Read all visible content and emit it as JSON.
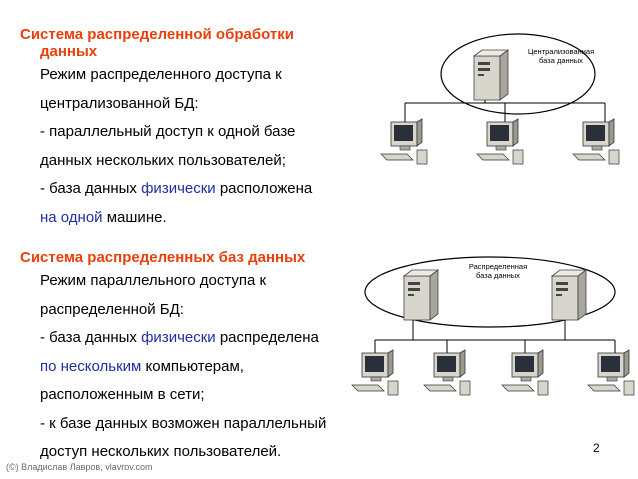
{
  "section1": {
    "heading_line1": "Система распределенной обработки",
    "heading_line2": "данных",
    "lines": [
      {
        "parts": [
          {
            "text": "Режим распределенного доступа к"
          }
        ]
      },
      {
        "parts": [
          {
            "text": "централизованной БД:"
          }
        ]
      },
      {
        "parts": [
          {
            "text": "- параллельный доступ к одной базе"
          }
        ]
      },
      {
        "parts": [
          {
            "text": "данных нескольких пользователей;"
          }
        ]
      },
      {
        "parts": [
          {
            "text": "- база данных "
          },
          {
            "text": "физически",
            "hl": true
          },
          {
            "text": " расположена"
          }
        ]
      },
      {
        "parts": [
          {
            "text": "на одной",
            "hl": true
          },
          {
            "text": " машине."
          }
        ]
      }
    ],
    "diagram": {
      "db_label_line1": "Централизованная",
      "db_label_line2": "база данных"
    }
  },
  "section2": {
    "heading": "Система распределенных баз данных",
    "lines": [
      {
        "parts": [
          {
            "text": "Режим параллельного доступа к"
          }
        ]
      },
      {
        "parts": [
          {
            "text": "распределенной БД:"
          }
        ]
      },
      {
        "parts": [
          {
            "text": "- база данных "
          },
          {
            "text": "физически",
            "hl": true
          },
          {
            "text": " распределена"
          }
        ]
      },
      {
        "parts": [
          {
            "text": "по нескольким",
            "hl": true
          },
          {
            "text": " компьютерам,"
          }
        ]
      },
      {
        "parts": [
          {
            "text": "расположенным в сети;"
          }
        ]
      },
      {
        "parts": [
          {
            "text": "- к базе данных возможен параллельный"
          }
        ]
      },
      {
        "parts": [
          {
            "text": "доступ нескольких пользователей."
          }
        ]
      }
    ],
    "diagram": {
      "db_label_line1": "Распределенная",
      "db_label_line2": "база данных"
    }
  },
  "page_number": "2",
  "footer": "(©) Владислав Лавров, vlavrov.com",
  "colors": {
    "heading": "#e8400c",
    "highlight": "#1f2fa0"
  },
  "icons": [
    "server-icon",
    "workstation-icon"
  ]
}
